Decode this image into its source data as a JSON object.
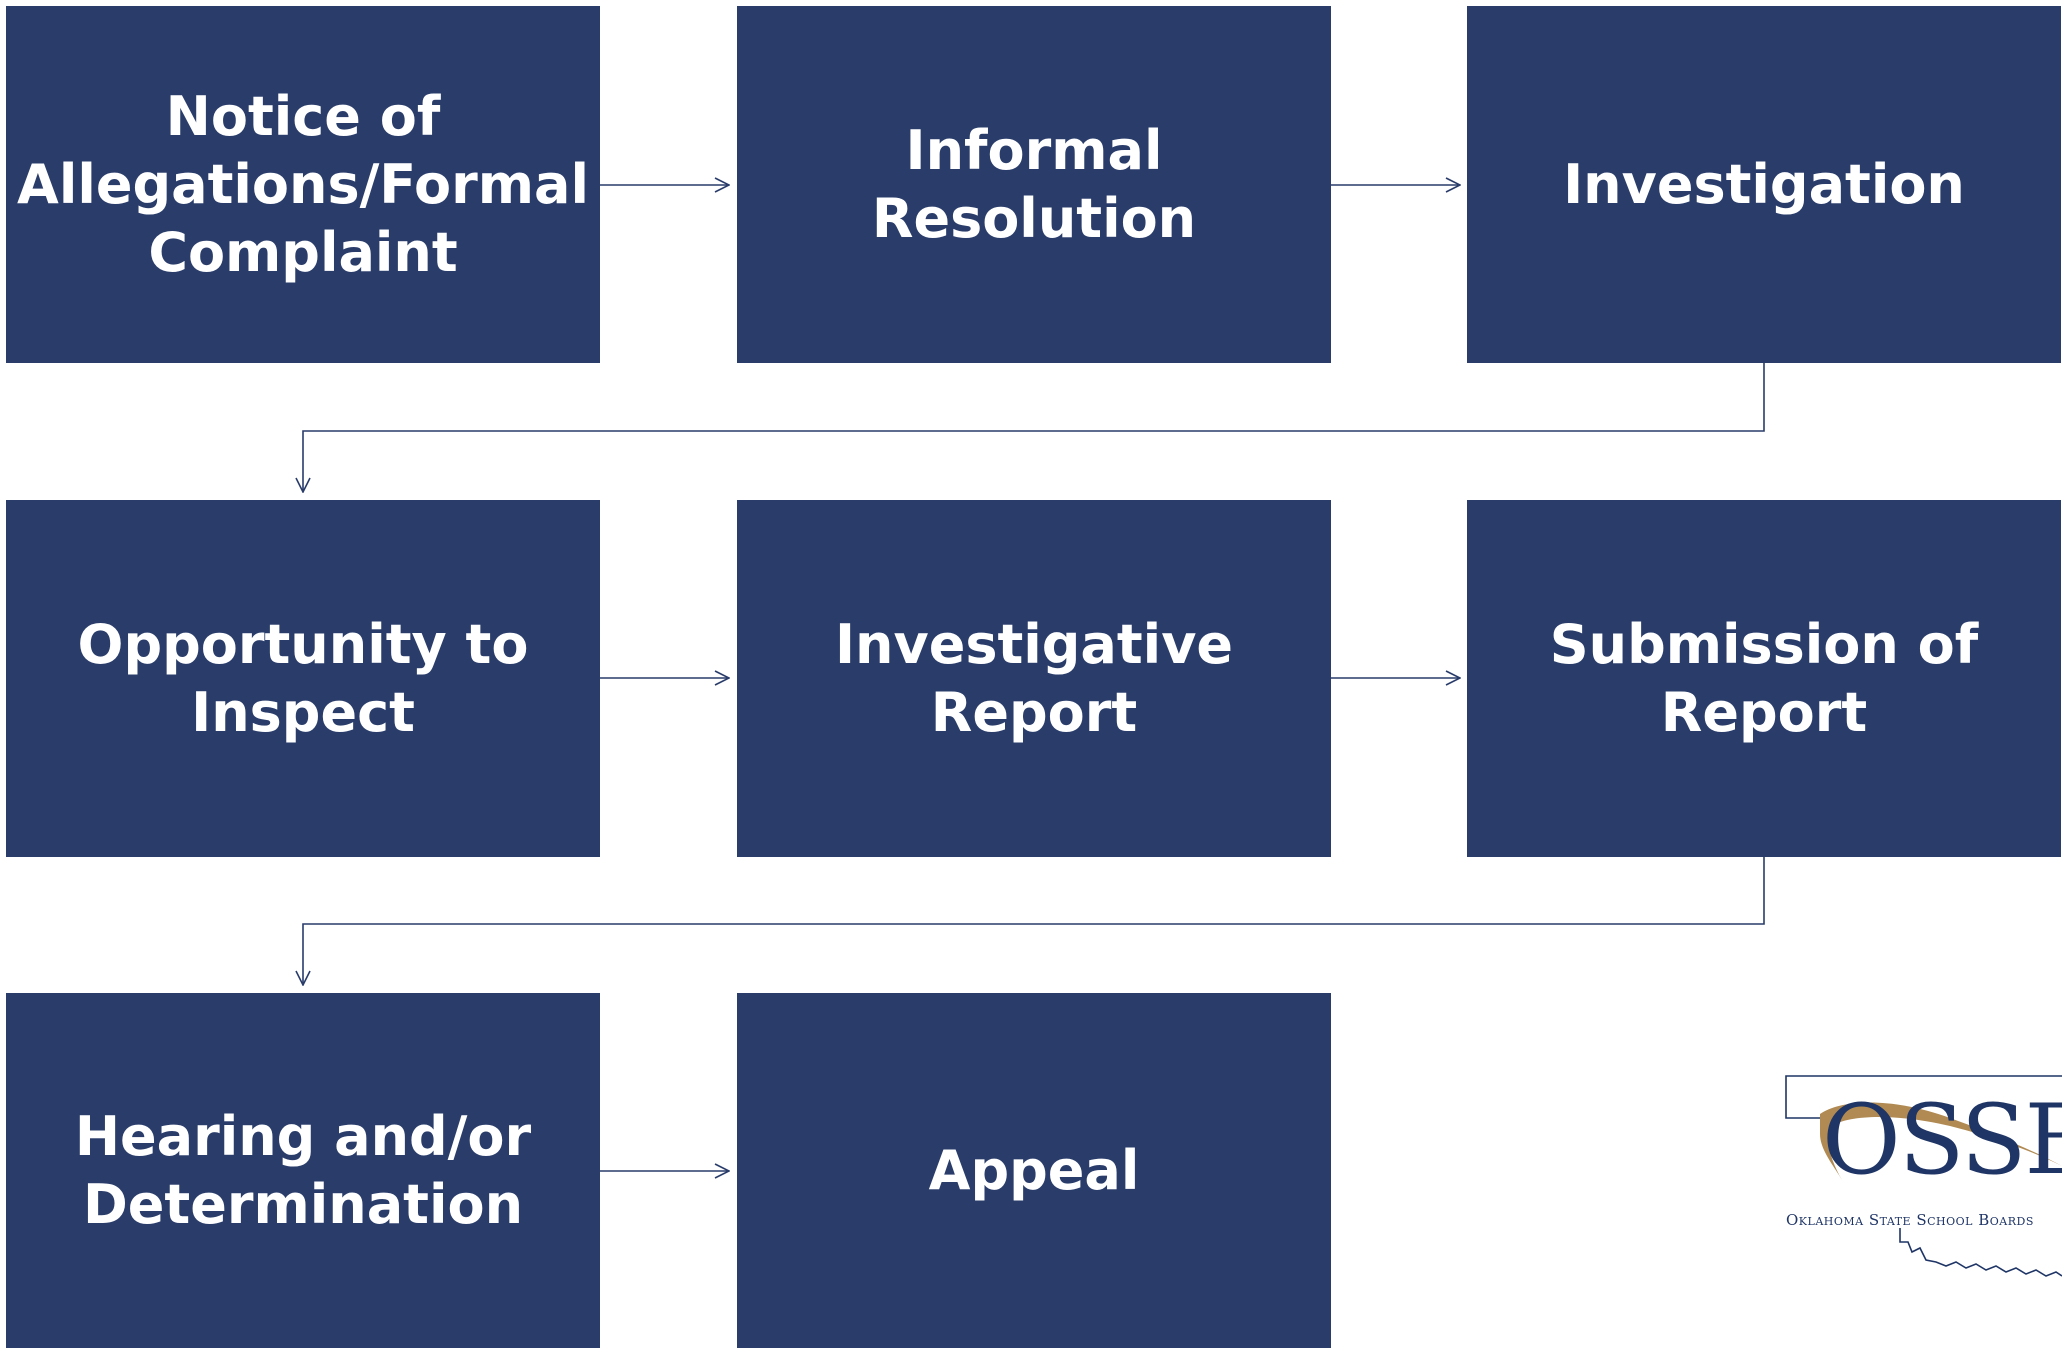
{
  "colors": {
    "box_fill": "#293c6a",
    "box_text": "#ffffff",
    "connector": "#293c6a",
    "logo_navy": "#1f3566",
    "logo_gold": "#b08a52"
  },
  "steps": [
    {
      "label": "Notice of Allegations/Formal Complaint"
    },
    {
      "label": "Informal Resolution"
    },
    {
      "label": "Investigation"
    },
    {
      "label": "Opportunity to Inspect"
    },
    {
      "label": "Investigative Report"
    },
    {
      "label": "Submission of Report"
    },
    {
      "label": "Hearing and/or Determination"
    },
    {
      "label": "Appeal"
    }
  ],
  "flow": [
    [
      0,
      1
    ],
    [
      1,
      2
    ],
    [
      2,
      3
    ],
    [
      3,
      4
    ],
    [
      4,
      5
    ],
    [
      5,
      6
    ],
    [
      6,
      7
    ]
  ],
  "logo": {
    "name": "OSSB",
    "subtitle": "Oklahoma State School Boards"
  }
}
